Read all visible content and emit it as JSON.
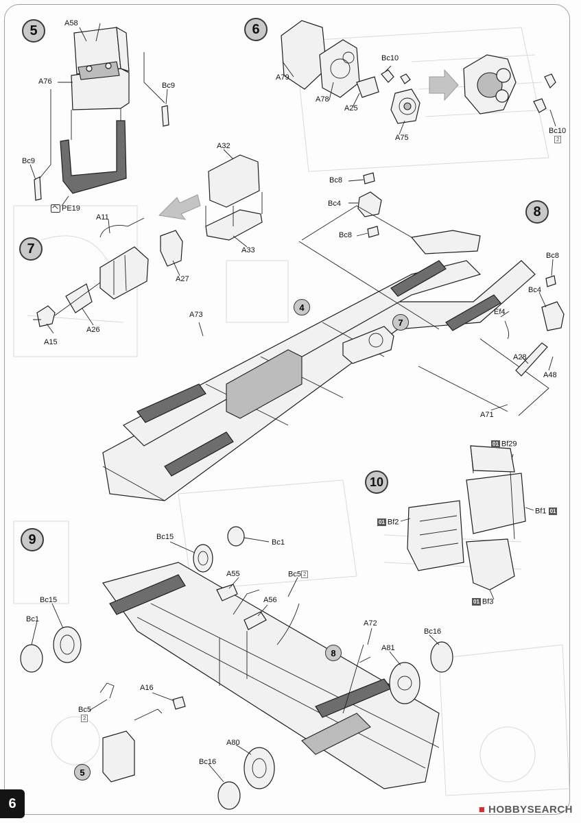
{
  "page_number": "6",
  "watermark": {
    "brand": "HOBBY",
    "rest": "SEARCH",
    "full": "©HOBBYSEARCH"
  },
  "steps": [
    {
      "number": "5"
    },
    {
      "number": "6"
    },
    {
      "number": "7"
    },
    {
      "number": "8"
    },
    {
      "number": "9"
    },
    {
      "number": "10"
    }
  ],
  "sub_refs": [
    {
      "number": "4"
    },
    {
      "number": "7"
    },
    {
      "number": "8"
    },
    {
      "number": "5"
    }
  ],
  "parts": {
    "a58": "A58",
    "a76": "A76",
    "bc9a": "Bc9",
    "bc9b": "Bc9",
    "pe19": "PE19",
    "a79": "A79",
    "a78": "A78",
    "a25": "A25",
    "a75": "A75",
    "bc10a": "Bc10",
    "bc10b": "Bc10",
    "a32": "A32",
    "a33": "A33",
    "a11": "A11",
    "a27": "A27",
    "a26": "A26",
    "a15": "A15",
    "a73": "A73",
    "bc8a": "Bc8",
    "bc4a": "Bc4",
    "bc8b": "Bc8",
    "bc8c": "Bc8",
    "bc4b": "Bc4",
    "ef4": "Ef4",
    "a28": "A28",
    "a48": "A48",
    "a71": "A71",
    "bf29": "Bf29",
    "bf1": "Bf1",
    "bf2": "Bf2",
    "bf3": "Bf3",
    "bc15a": "Bc15",
    "bc1a": "Bc1",
    "a55": "A55",
    "bc5a": "Bc5",
    "a56": "A56",
    "bc15b": "Bc15",
    "bc1b": "Bc1",
    "a72": "A72",
    "a81": "A81",
    "bc16a": "Bc16",
    "a16": "A16",
    "bc5b": "Bc5",
    "a80": "A80",
    "bc16b": "Bc16"
  },
  "tags": {
    "sprue": "01",
    "qty2": "2"
  },
  "colors": {
    "step_badge": "#c9c9c9",
    "dark_part": "#6d6d6d",
    "arrow": "#bdbdbd",
    "watermark_red": "#d03030"
  }
}
